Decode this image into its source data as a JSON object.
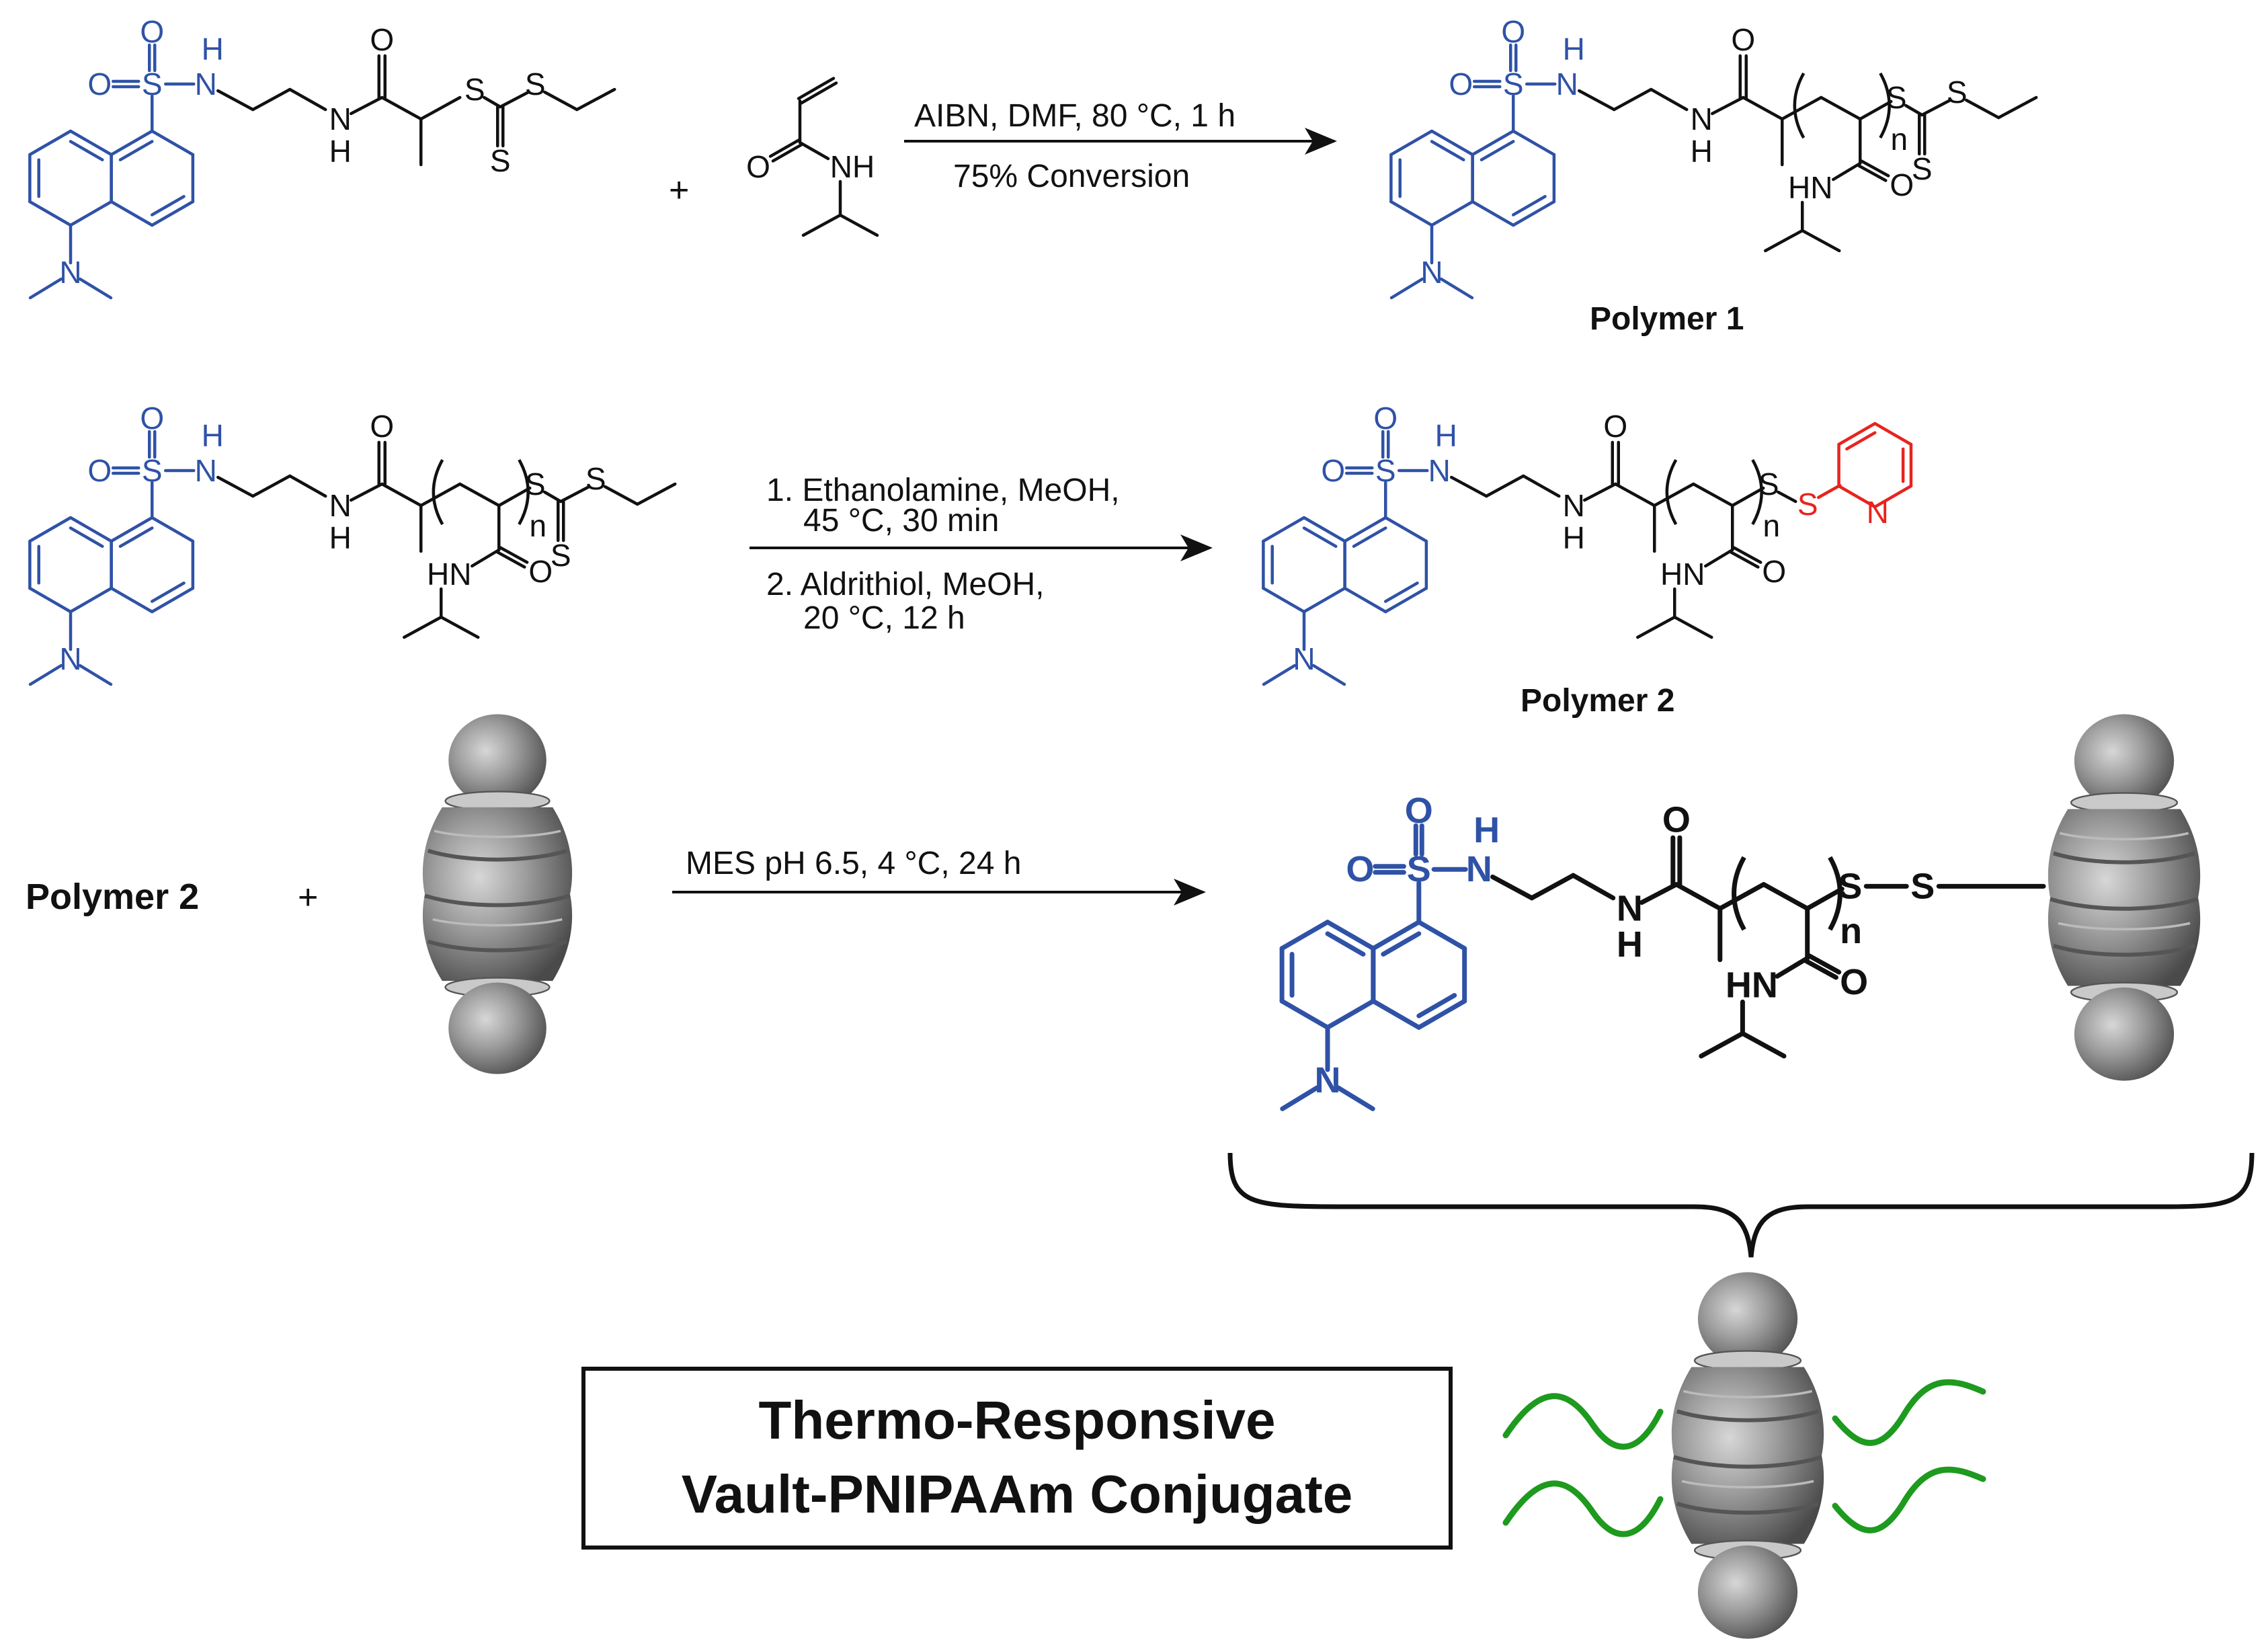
{
  "colors": {
    "dansyl": "#2f52a6",
    "pyridyl": "#e8231e",
    "polymer_chain": "#1e9a1e",
    "ink": "#111111",
    "vault_fill": "#8a8a8a"
  },
  "atoms": {
    "O": "O",
    "S": "S",
    "N": "N",
    "NH": "NH",
    "HN": "HN",
    "H": "H",
    "n": "n"
  },
  "reaction1": {
    "plus": "+",
    "conditions_line1": "AIBN, DMF, 80 °C, 1 h",
    "conditions_line2": "75% Conversion",
    "product_label": "Polymer 1"
  },
  "reaction2": {
    "conditions_line1": "1. Ethanolamine, MeOH,",
    "conditions_line2": "45 °C, 30 min",
    "conditions_line3": "2. Aldrithiol, MeOH,",
    "conditions_line4": "20 °C, 12 h",
    "product_label": "Polymer 2"
  },
  "reaction3": {
    "reactant_label": "Polymer 2",
    "plus": "+",
    "conditions": "MES pH 6.5, 4 °C, 24 h"
  },
  "result_box": {
    "line1": "Thermo-Responsive",
    "line2": "Vault-PNIPAAm Conjugate"
  },
  "icons": {
    "vault": "vault-protein-cage-icon",
    "polymer": "polymer-chain-wave-icon"
  }
}
